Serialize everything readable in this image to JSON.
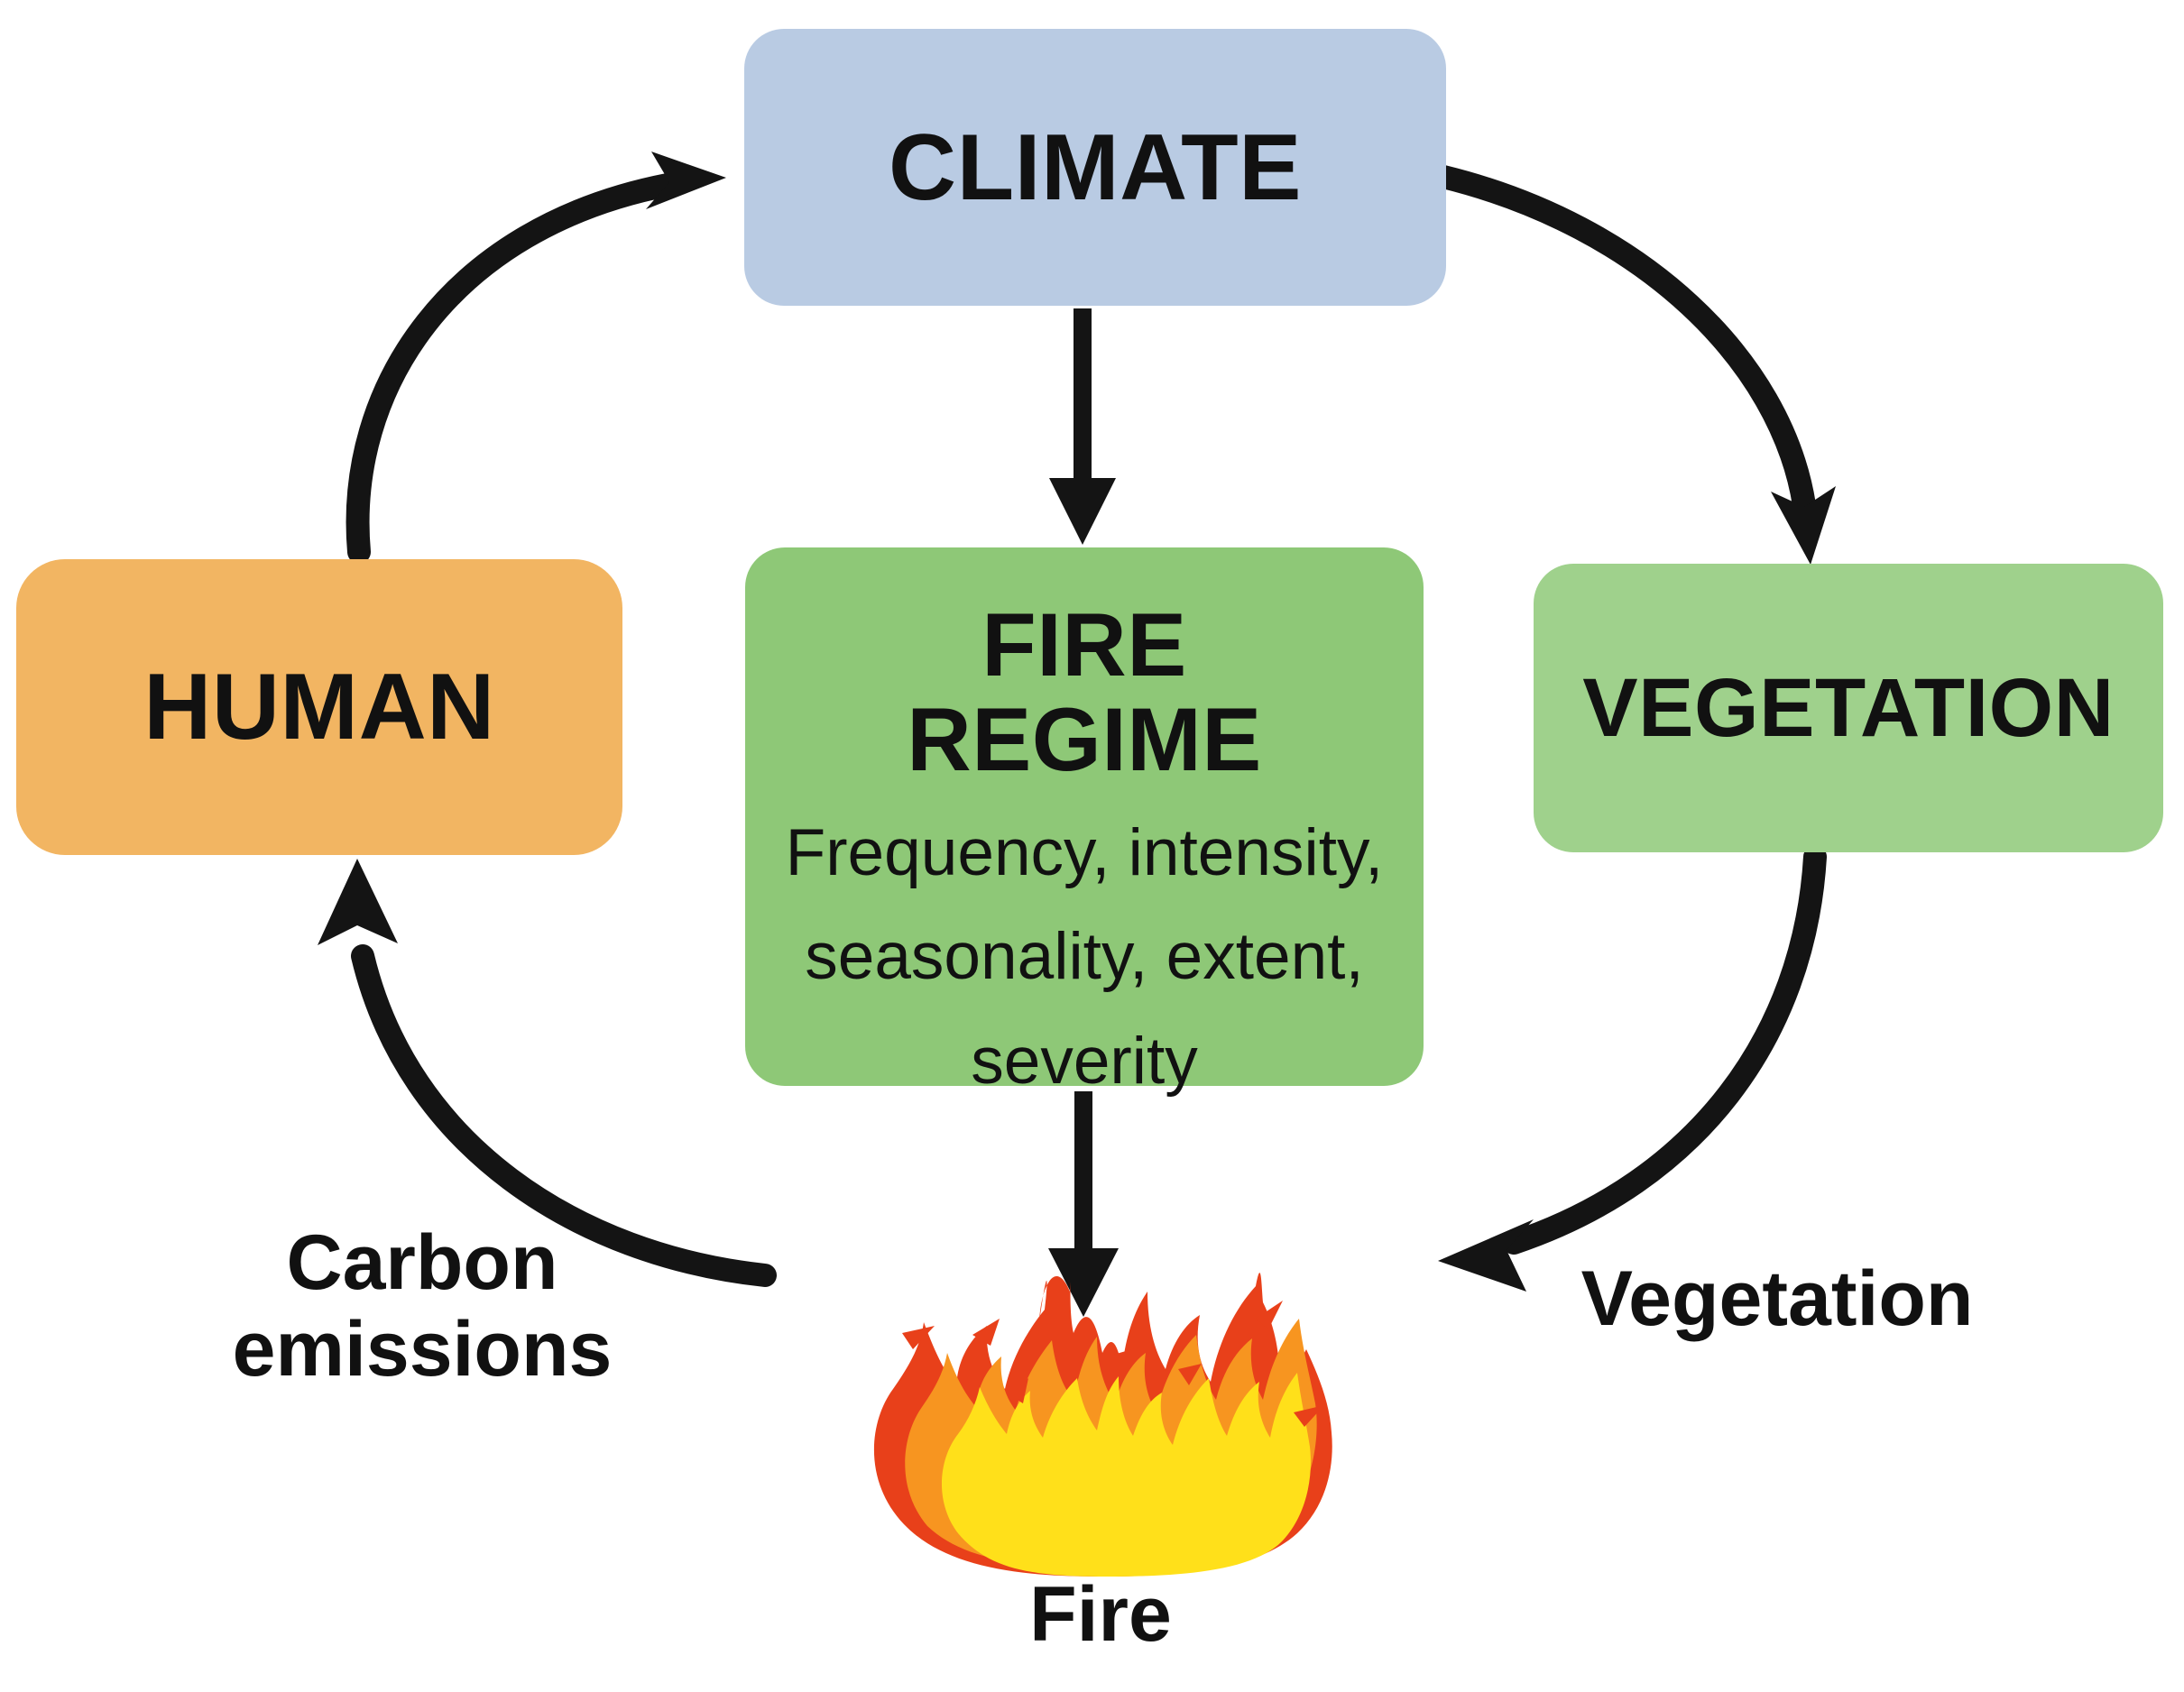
{
  "diagram": {
    "title": "Fire regime conceptual cycle",
    "background_color": "#ffffff"
  },
  "nodes": {
    "climate": {
      "label": "CLIMATE",
      "color": "#b9cbe3"
    },
    "fire_regime": {
      "label": "FIRE\nREGIME",
      "title_line1": "FIRE",
      "title_line2": "REGIME",
      "description": "Frequency, intensity, seasonality, extent, severity",
      "description_line1": "Frequency, intensity,",
      "description_line2": "seasonality, extent,",
      "description_line3": "severity",
      "color": "#8ec877"
    },
    "human": {
      "label": "HUMAN",
      "color": "#f2b562"
    },
    "vegetation": {
      "label": "VEGETATION",
      "color": "#9fd18c"
    }
  },
  "labels": {
    "carbon_emissions": "Carbon\nemissions",
    "vegetation_flow": "Vegetation",
    "fire": "Fire"
  },
  "icons": {
    "flame": {
      "name": "flame-icon",
      "outer_color": "#e8401a",
      "mid_color": "#f79520",
      "inner_color": "#ffe01a"
    }
  },
  "arrows": {
    "color": "#141414",
    "edges": [
      {
        "name": "human-to-climate",
        "from": "HUMAN",
        "to": "CLIMATE",
        "style": "curved"
      },
      {
        "name": "climate-to-vegetation",
        "from": "CLIMATE",
        "to": "VEGETATION",
        "style": "curved"
      },
      {
        "name": "climate-to-fire-regime",
        "from": "CLIMATE",
        "to": "FIRE REGIME",
        "style": "straight"
      },
      {
        "name": "fire-regime-to-fire",
        "from": "FIRE REGIME",
        "to": "Fire",
        "style": "straight"
      },
      {
        "name": "fire-to-human",
        "from": "Fire",
        "to": "HUMAN",
        "style": "curved",
        "label": "Carbon emissions"
      },
      {
        "name": "vegetation-to-fire-regime",
        "from": "VEGETATION",
        "to": "FIRE REGIME",
        "style": "curved",
        "label": "Vegetation"
      }
    ]
  }
}
